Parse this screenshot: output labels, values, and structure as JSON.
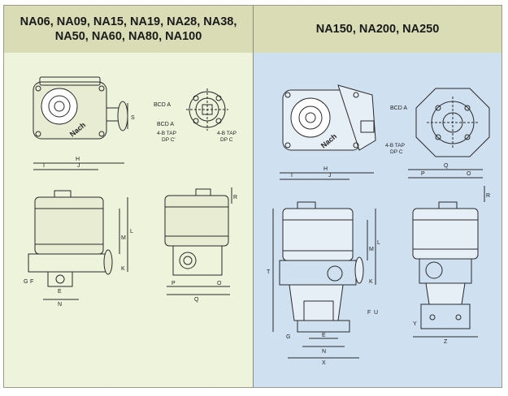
{
  "left_header": "NA06, NA09, NA15, NA19, NA28, NA38, NA50, NA60, NA80, NA100",
  "right_header": "NA150, NA200, NA250",
  "left_labels": {
    "bcd_a1": "BCD A",
    "bcd_a2": "BCD A",
    "tap1": "4-B TAP",
    "tap1b": "DP C'",
    "tap2": "4-B TAP",
    "tap2b": "DP C",
    "dim_h": "H",
    "dim_i": "I",
    "dim_j": "J",
    "dim_l": "L",
    "dim_m": "M",
    "dim_k": "K",
    "dim_n": "N",
    "dim_e": "E",
    "dim_f": "F",
    "dim_g": "G",
    "dim_p": "P",
    "dim_q": "Q",
    "dim_r": "R",
    "dim_s": "S",
    "dim_o": "O",
    "logo": "Nach"
  },
  "right_labels": {
    "bcd_a": "BCD A",
    "tap": "4-B TAP",
    "tapb": "DP C",
    "dim_h": "H",
    "dim_i": "I",
    "dim_j": "J",
    "dim_l": "L",
    "dim_m": "M",
    "dim_k": "K",
    "dim_t": "T",
    "dim_x": "X",
    "dim_y": "Y",
    "dim_z": "Z",
    "dim_e": "E",
    "dim_f": "F",
    "dim_g": "G",
    "dim_n": "N",
    "dim_p": "P",
    "dim_q": "Q",
    "dim_r": "R",
    "dim_u": "U",
    "dim_o": "O",
    "logo": "Nach"
  },
  "colors": {
    "header_bg": "#d9dcb5",
    "left_bg": "#eef3dc",
    "right_bg": "#cfe0f0",
    "line": "#2a2a2a"
  }
}
